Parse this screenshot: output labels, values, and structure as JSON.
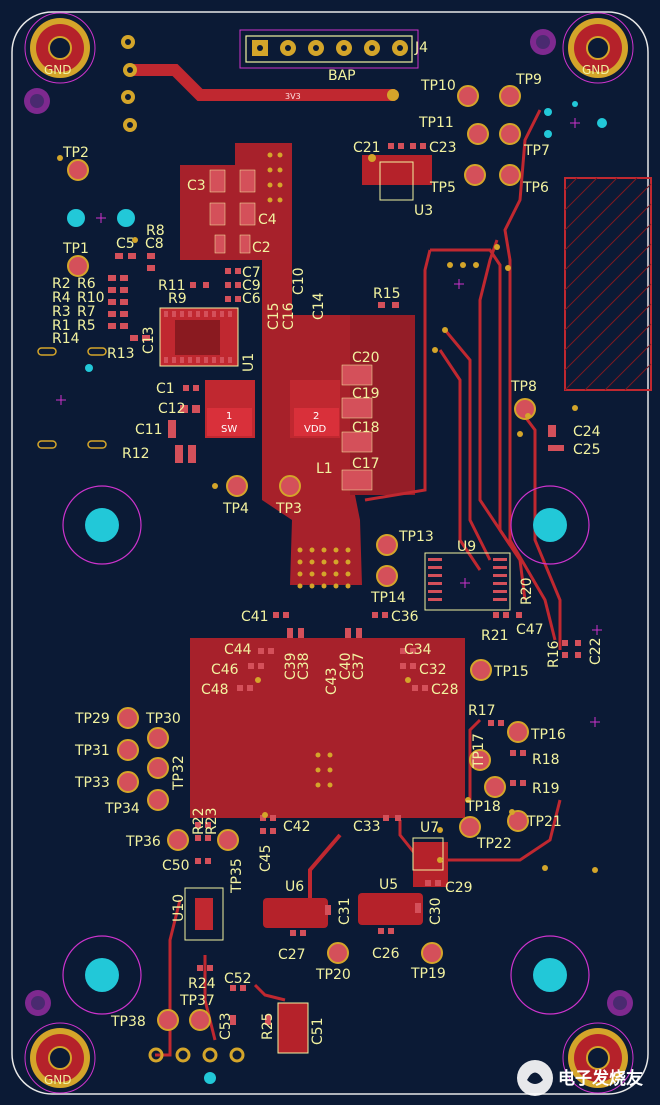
{
  "board": {
    "colors": {
      "background": "#0b1a35",
      "copper": "#b5222a",
      "copper_dark": "#8a1a20",
      "trace": "#c02830",
      "silk": "#f2f2a0",
      "pad_gold": "#d4a52a",
      "drill_cyan": "#22c8d8",
      "courtyard": "#cc33cc",
      "outline": "#e8e8e8"
    },
    "connectors": {
      "j4": "J4",
      "bap": "BAP",
      "rail_3v3": "3V3"
    },
    "pads": {
      "sw_num": "1",
      "sw": "SW",
      "vdd_num": "2",
      "vdd": "VDD"
    },
    "mount": {
      "gnd": "GND"
    },
    "watermark": "电子发烧友"
  },
  "labels": [
    "J4",
    "BAP",
    "TP10",
    "TP9",
    "TP11",
    "TP7",
    "C21",
    "C23",
    "TP5",
    "TP6",
    "U3",
    "TP2",
    "C3",
    "C4",
    "C2",
    "TP1",
    "C5",
    "C8",
    "R8",
    "R2",
    "R6",
    "R4",
    "R10",
    "R3",
    "R7",
    "R1",
    "R5",
    "R14",
    "R11",
    "R9",
    "C7",
    "C9",
    "C6",
    "C10",
    "R15",
    "C14",
    "C15",
    "C16",
    "C13",
    "R13",
    "U1",
    "C1",
    "C12",
    "C11",
    "R12",
    "C20",
    "C19",
    "C18",
    "C17",
    "L1",
    "TP8",
    "C24",
    "C25",
    "TP4",
    "TP3",
    "TP13",
    "U9",
    "TP14",
    "C41",
    "C36",
    "C44",
    "C46",
    "C48",
    "C39",
    "C38",
    "C43",
    "C40",
    "C37",
    "C34",
    "C32",
    "C28",
    "R21",
    "C47",
    "R16",
    "C22",
    "TP15",
    "R17",
    "TP16",
    "R18",
    "TP17",
    "R19",
    "TP18",
    "TP21",
    "TP22",
    "TP29",
    "TP30",
    "TP31",
    "TP32",
    "TP33",
    "TP34",
    "TP36",
    "R22",
    "R23",
    "C50",
    "TP35",
    "C42",
    "C45",
    "C33",
    "U7",
    "C29",
    "U6",
    "U5",
    "C31",
    "C30",
    "C27",
    "C26",
    "TP20",
    "TP19",
    "U10",
    "R24",
    "C52",
    "TP37",
    "TP38",
    "C53",
    "R25",
    "C51",
    "R20"
  ]
}
